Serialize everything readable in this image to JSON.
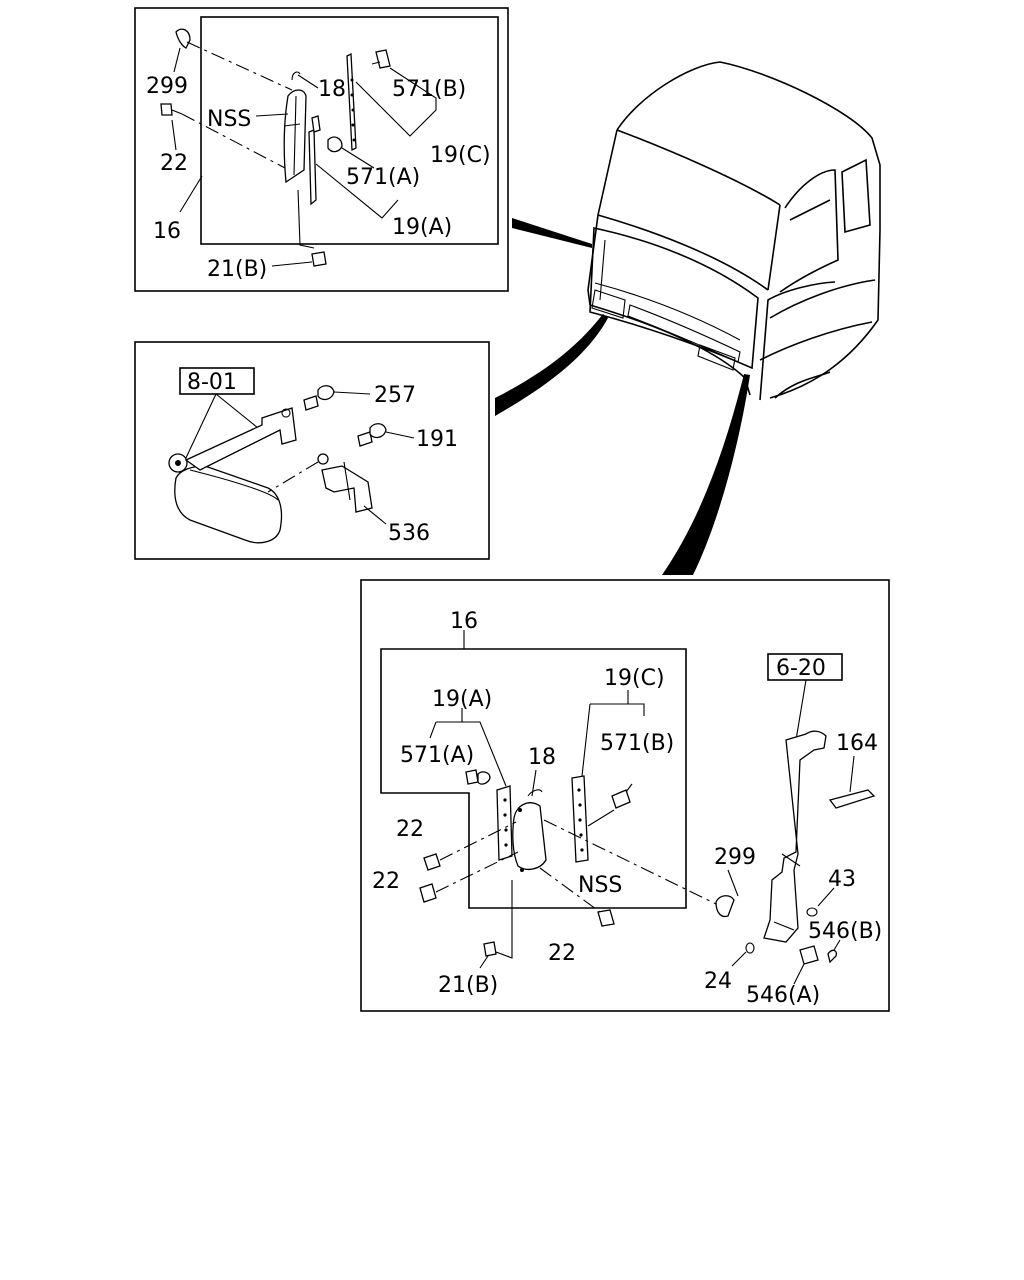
{
  "panel_top": {
    "labels": {
      "p299": "299",
      "p22": "22",
      "p16": "16",
      "p18": "18",
      "p571b": "571(B)",
      "nss": "NSS",
      "p19c": "19(C)",
      "p571a": "571(A)",
      "p19a": "19(A)",
      "p21b": "21(B)"
    }
  },
  "panel_mid": {
    "ref": "8-01",
    "labels": {
      "p257": "257",
      "p191": "191",
      "p536": "536"
    }
  },
  "panel_bottom": {
    "labels": {
      "p16": "16",
      "p19a": "19(A)",
      "p19c": "19(C)",
      "p571a": "571(A)",
      "p18": "18",
      "p571b": "571(B)",
      "p22a": "22",
      "p22b": "22",
      "nss": "NSS",
      "p22c": "22",
      "p21b": "21(B)",
      "p299": "299",
      "p43": "43",
      "p546b": "546(B)",
      "p24": "24",
      "p546a": "546(A)",
      "p164": "164"
    },
    "ref": "6-20"
  }
}
